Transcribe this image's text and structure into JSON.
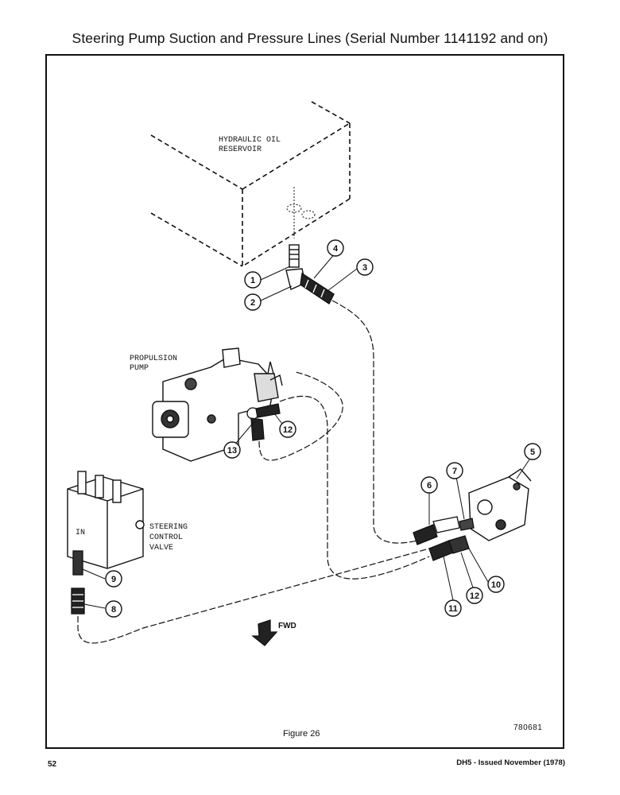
{
  "page": {
    "title": "Steering Pump Suction and Pressure Lines (Serial Number 1141192 and on)",
    "figure_caption": "Figure 26",
    "drawing_number": "780681",
    "page_number": "52",
    "document_issue": "DH5 - Issued November (1978)"
  },
  "labels": {
    "reservoir_line1": "HYDRAULIC OIL",
    "reservoir_line2": "RESERVOIR",
    "pump_line1": "PROPULSION",
    "pump_line2": "PUMP",
    "valve_line1": "STEERING",
    "valve_line2": "CONTROL",
    "valve_line3": "VALVE",
    "valve_in": "IN",
    "fwd": "FWD"
  },
  "callouts": {
    "c1": "1",
    "c2": "2",
    "c3": "3",
    "c4": "4",
    "c5": "5",
    "c6": "6",
    "c7": "7",
    "c8": "8",
    "c9": "9",
    "c10": "10",
    "c11": "11",
    "c12a": "12",
    "c12b": "12",
    "c13": "13"
  }
}
